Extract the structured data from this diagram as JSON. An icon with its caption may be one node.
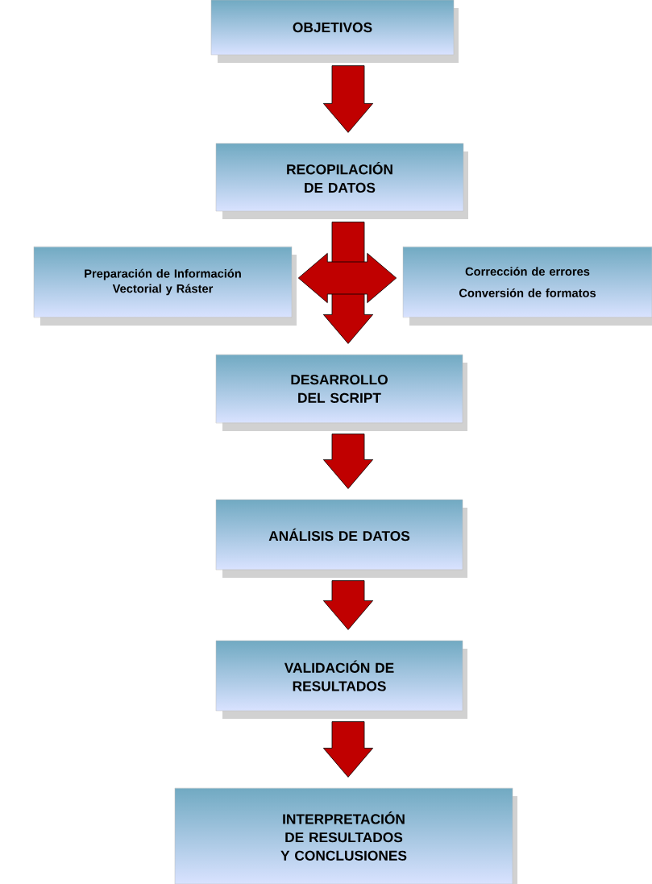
{
  "diagram": {
    "nodes": [
      {
        "text": [
          "OBJETIVOS"
        ]
      },
      {
        "text": [
          "RECOPILACIÓN DE DATOS"
        ]
      },
      {
        "text": [
          "Preparación de Información Vectorial y Ráster"
        ]
      },
      {
        "text": [
          "Corrección de errores",
          "Conversión de formatos"
        ]
      },
      {
        "text": [
          "DESARROLLO DEL SCRIPT"
        ]
      },
      {
        "text": [
          "ANÁLISIS DE DATOS"
        ]
      },
      {
        "text": [
          "VALIDACIÓN DE RESULTADOS"
        ]
      },
      {
        "text": [
          "INTERPRETACIÓN DE RESULTADOS Y CONCLUSIONES"
        ]
      }
    ],
    "edges": [
      {
        "from": 0,
        "to": 1,
        "arrow": "to"
      },
      {
        "from": 1,
        "to": 4,
        "arrow": "to"
      },
      {
        "from": 2,
        "to": 3,
        "arrow": "both"
      },
      {
        "from": 4,
        "to": 5,
        "arrow": "to"
      },
      {
        "from": 5,
        "to": 6,
        "arrow": "to"
      },
      {
        "from": 6,
        "to": 7,
        "arrow": "to"
      }
    ]
  }
}
